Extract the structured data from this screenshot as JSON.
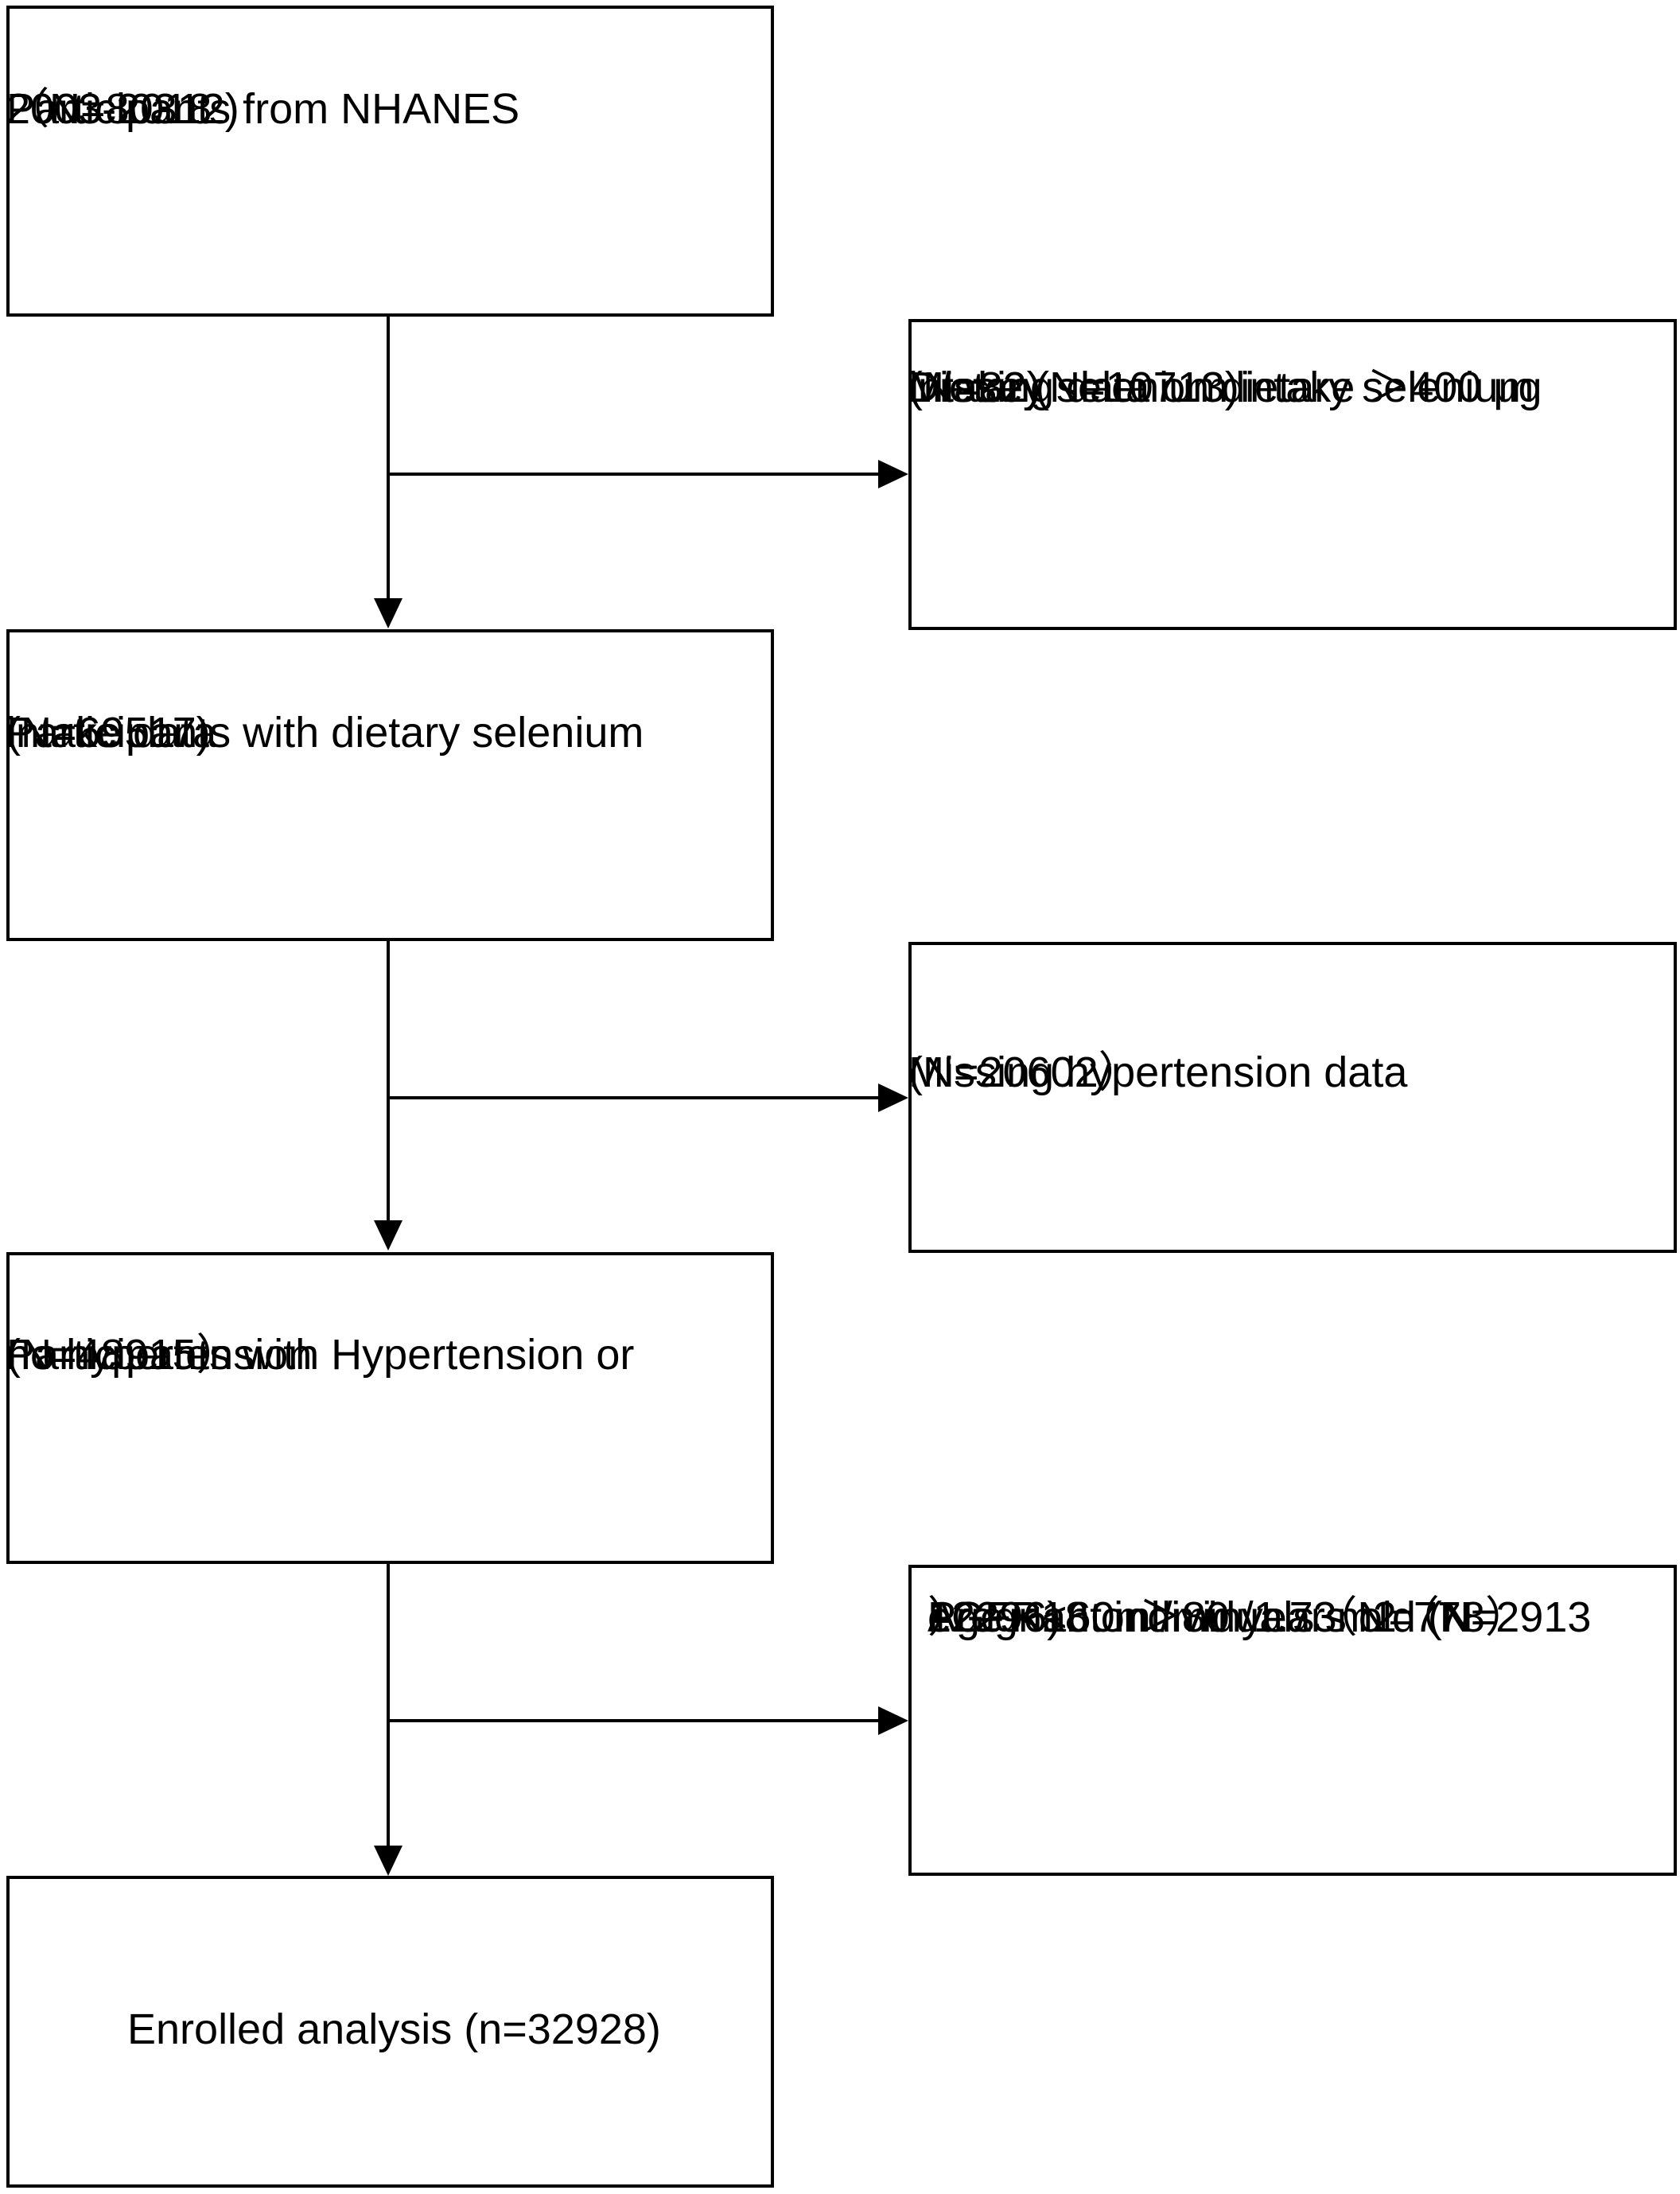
{
  "boxes": {
    "start": {
      "lines": [
        "Participants  from NHANES",
        "2003-2018",
        "（N=80312)"
      ]
    },
    "exclusion_1": {
      "lines": [
        "Missing  data on dietary selenium",
        "intake (N=10713)",
        "Dietary selenium intake ＞400 μg",
        "(N=82)"
      ]
    },
    "step_2": {
      "lines": [
        "Participants with dietary selenium",
        "intake data",
        "(N=69517)"
      ]
    },
    "exclusion_2": {
      "lines": [
        "Missing hypertension data",
        "(N=20602）"
      ]
    },
    "step_3": {
      "lines": [
        "Participants with Hypertension or",
        "no hypertension",
        "(N=48915）"
      ]
    },
    "exclusion_3": {
      "lines": [
        "Pregnant individuals（N=778）",
        "Age <18 or＞80 years old (N=",
        "12296)",
        "eGFR<60ml/min/1.73m2（N=2913",
        "）"
      ]
    },
    "final": {
      "lines": [
        "Enrolled analysis (n=32928)"
      ]
    }
  }
}
